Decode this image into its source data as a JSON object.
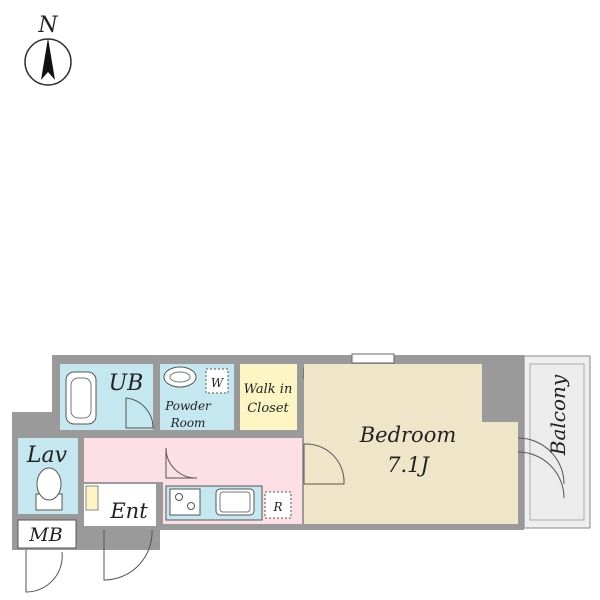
{
  "compass": {
    "label": "N",
    "icon": "north-arrow-icon"
  },
  "rooms": {
    "ub": "UB",
    "powder_line1": "Powder",
    "powder_line2": "Room",
    "washer": "W",
    "closet_line1": "Walk in",
    "closet_line2": "Closet",
    "bedroom": "Bedroom",
    "bedroom_size": "7.1J",
    "balcony": "Balcony",
    "lav": "Lav",
    "ent": "Ent",
    "mb": "MB",
    "fridge": "R"
  },
  "colors": {
    "wall": "#9a9a9a",
    "wet_area": "#c5e8f0",
    "hallway": "#fce0e6",
    "closet": "#fdf6c4",
    "bedroom": "#efe5c8",
    "balcony": "#eeeeee",
    "entrance": "#ffffff"
  }
}
